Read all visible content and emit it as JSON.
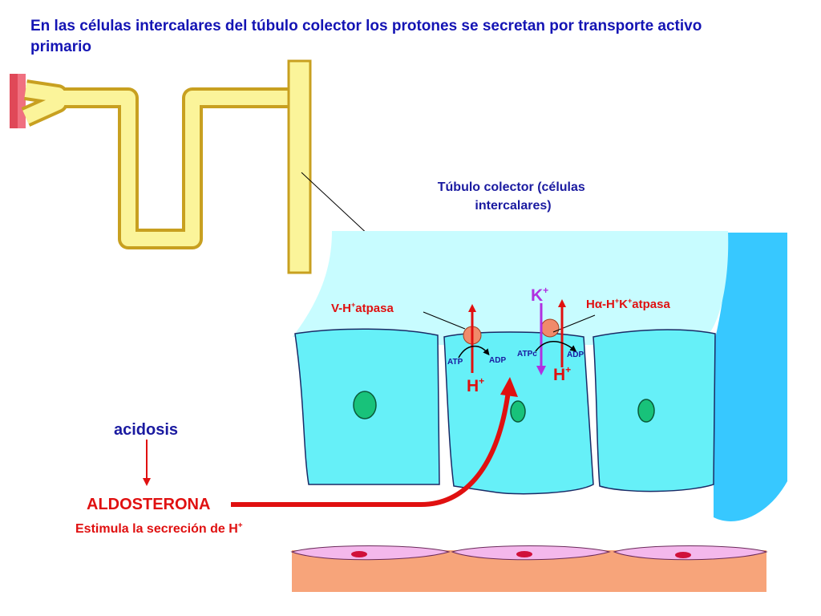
{
  "title": "En las células intercalares del túbulo colector los protones se secretan por transporte activo primario",
  "colors": {
    "title": "#1414b4",
    "label_blue": "#1a1aa0",
    "label_red": "#e01010",
    "tubule_fill": "#fbf49a",
    "tubule_edge": "#c8a020",
    "cell_fill": "#66f0f8",
    "lumen_fill": "#c8fcff",
    "interstitium": "#37c8ff",
    "nucleus": "#18c27a",
    "pump": "#f08a6a",
    "k_arrow": "#b030e0",
    "capillary_bed": "#f7a47a",
    "endothelial": "#f4b8ec"
  },
  "labels": {
    "tubulo": "Túbulo colector (células intercalares)",
    "tubulo_line1": "Túbulo colector (células",
    "tubulo_line2": "intercalares)",
    "v_atpasa_pre": "V-H",
    "v_atpasa_sup": "+",
    "v_atpasa_post": "atpasa",
    "hk_atpasa_pre": "Hα-H",
    "hk_atpasa_sup1": "+",
    "hk_atpasa_mid": "K",
    "hk_atpasa_sup2": "+",
    "hk_atpasa_post": "atpasa",
    "k_ion": "K",
    "k_ion_sup": "+",
    "h_ion": "H",
    "h_ion_sup": "+",
    "atp_1": "ATP",
    "adp_1": "ADP",
    "atp_2": "ATPc",
    "adp_2": "ADP",
    "acidosis": "acidosis",
    "aldosterona": "ALDOSTERONA",
    "estimula": "Estimula la secreción de H",
    "estimula_sup": "+"
  },
  "icons": {
    "pump": "circle",
    "arrow": "arrow-head"
  }
}
